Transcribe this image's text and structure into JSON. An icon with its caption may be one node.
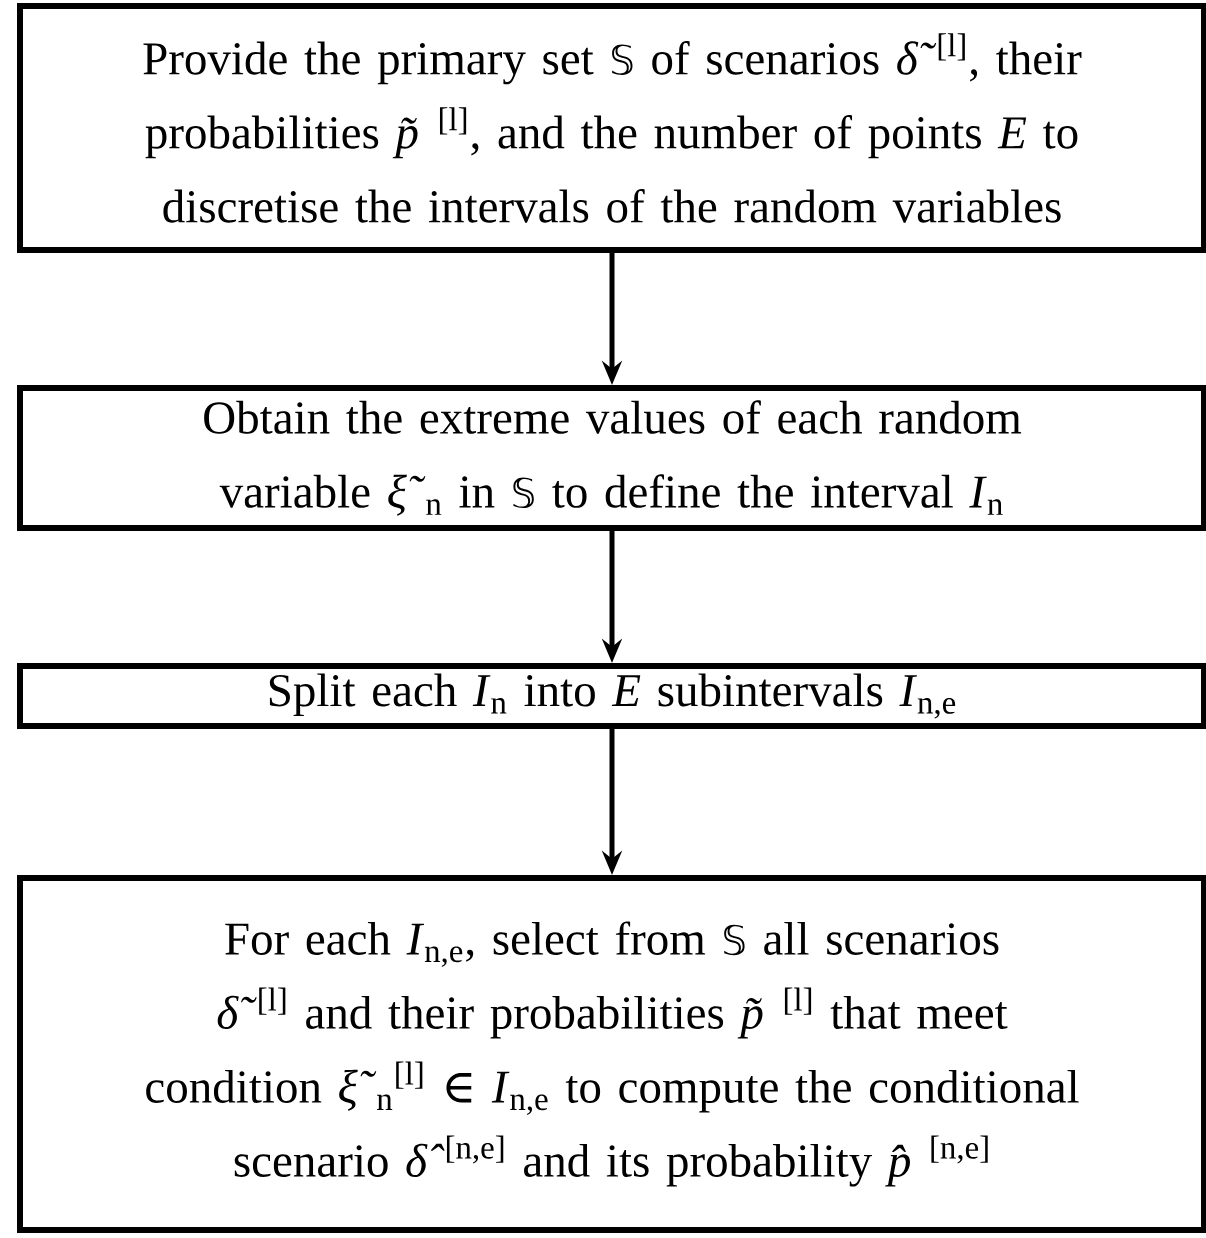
{
  "diagram": {
    "nodes": [
      {
        "text": [
          "Provide the primary set 𝕊 of scenarios *δ̃*$^{[l]}$, their probabilities *p̃*$^{[l]}$, and the number of points *E* to discretise the intervals of the random variables"
        ]
      },
      {
        "text": [
          "Obtain the extreme values of each random variable *ξ̃*$_{n}$ in 𝕊 to define the interval *I*$_{n}$"
        ]
      },
      {
        "text": [
          "Split each *I*$_{n}$ into *E* subintervals *I*$_{n,e}$"
        ]
      },
      {
        "text": [
          "For each *I*$_{n,e}$, select from 𝕊 all scenarios *δ̃*$^{[l]}$ and their probabilities *p̃*$^{[l]}$ that meet condition *ξ̃*$_{n}$$^{[l]}$ ∈ *I*$_{n,e}$ to compute the conditional scenario *δ̂*$^{[n,e]}$ and its probability *p̂*$^{[n,e]}$"
        ]
      }
    ],
    "edges": [
      {
        "from": 0,
        "to": 1,
        "arrow": "to"
      },
      {
        "from": 1,
        "to": 2,
        "arrow": "to"
      },
      {
        "from": 2,
        "to": 3,
        "arrow": "to"
      }
    ]
  }
}
